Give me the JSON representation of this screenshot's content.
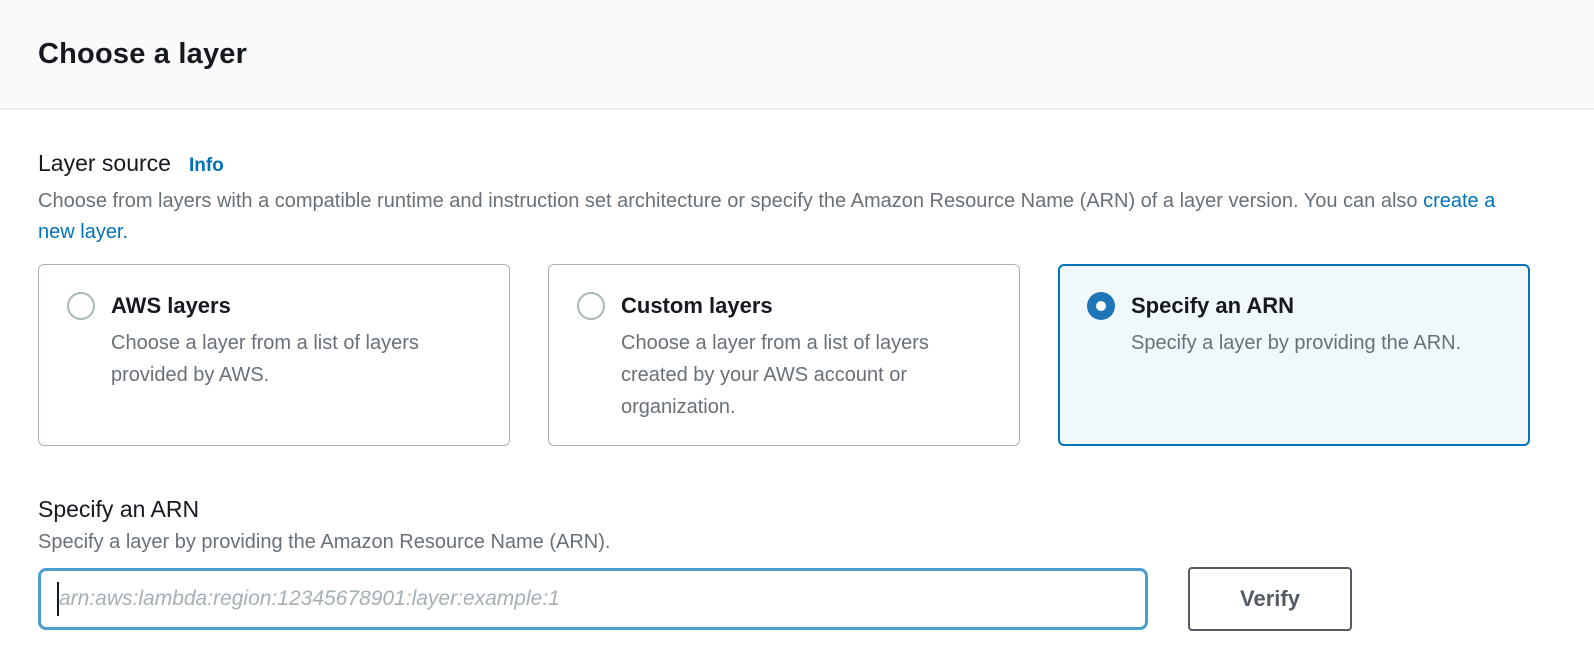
{
  "header": {
    "title": "Choose a layer"
  },
  "layer_source": {
    "label": "Layer source",
    "info_link": "Info",
    "description_before_link": "Choose from layers with a compatible runtime and instruction set architecture or specify the Amazon Resource Name (ARN) of a layer version. You can also ",
    "link_text": "create a new layer.",
    "options": [
      {
        "title": "AWS layers",
        "description": "Choose a layer from a list of layers provided by AWS.",
        "selected": false
      },
      {
        "title": "Custom layers",
        "description": "Choose a layer from a list of layers created by your AWS account or organization.",
        "selected": false
      },
      {
        "title": "Specify an ARN",
        "description": "Specify a layer by providing the ARN.",
        "selected": true
      }
    ]
  },
  "arn_section": {
    "title": "Specify an ARN",
    "description": "Specify a layer by providing the Amazon Resource Name (ARN).",
    "input_value": "",
    "input_placeholder": "arn:aws:lambda:region:12345678901:layer:example:1",
    "verify_button_label": "Verify"
  },
  "colors": {
    "link_blue": "#0073bb",
    "selected_border_blue": "#0073bb",
    "selected_tile_background": "#f1f8fb",
    "input_focus_border": "#4c9fcd",
    "heading_text": "#16191f",
    "secondary_text": "#687078",
    "button_border": "#545b64",
    "header_background": "#fafafa",
    "divider": "#eaeded"
  }
}
